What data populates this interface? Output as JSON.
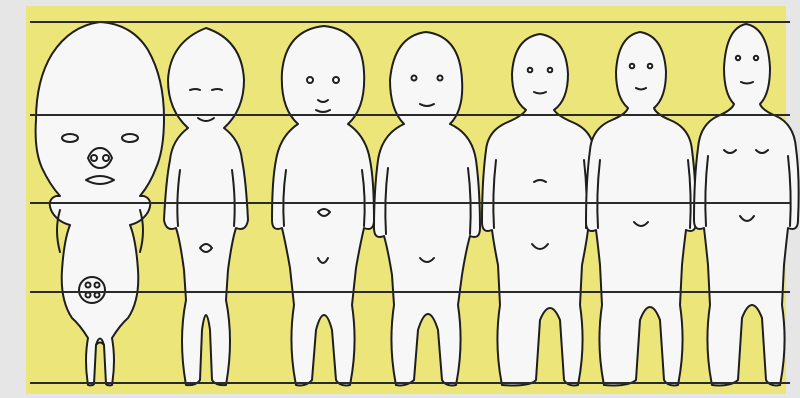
{
  "figure": {
    "colors": {
      "page_background": "#e6e6e6",
      "panel_background": "#ece67a",
      "figure_fill": "#f7f7f7",
      "outline": "#1e1e1e",
      "guide_line": "#2a2a2a"
    },
    "guide_line_count": 5,
    "figures": [
      {
        "key": "fetus",
        "icon": "fetus-figure-icon"
      },
      {
        "key": "newborn",
        "icon": "newborn-figure-icon"
      },
      {
        "key": "infant",
        "icon": "infant-figure-icon"
      },
      {
        "key": "toddler",
        "icon": "toddler-figure-icon"
      },
      {
        "key": "child",
        "icon": "child-figure-icon"
      },
      {
        "key": "adolescent",
        "icon": "adolescent-figure-icon"
      },
      {
        "key": "adult",
        "icon": "adult-figure-icon"
      }
    ]
  }
}
